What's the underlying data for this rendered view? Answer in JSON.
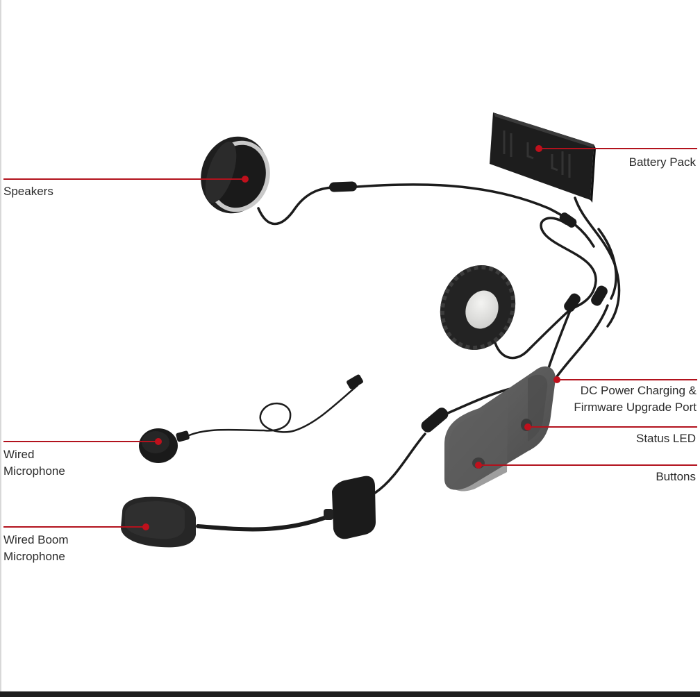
{
  "colors": {
    "leader_line": "#b2121d",
    "leader_dot": "#c0101c",
    "cable": "#1c1c1c",
    "device_dark": "#242424",
    "device_gray": "#5f5f5f",
    "speaker_face": "#e2e2e0",
    "background": "#ffffff"
  },
  "labels": {
    "speakers": "Speakers",
    "battery_pack": "Battery Pack",
    "dc_power_line1": "DC Power Charging &",
    "dc_power_line2": "Firmware Upgrade Port",
    "status_led": "Status LED",
    "buttons": "Buttons",
    "wired_mic_line1": "Wired",
    "wired_mic_line2": "Microphone",
    "boom_mic_line1": "Wired Boom",
    "boom_mic_line2": "Microphone"
  },
  "icons": {
    "speaker_left": "speaker-icon",
    "speaker_right": "speaker-icon",
    "battery": "battery-pack-icon",
    "main_unit": "main-unit-icon",
    "wired_mic": "microphone-icon",
    "boom_mic": "boom-microphone-icon"
  }
}
